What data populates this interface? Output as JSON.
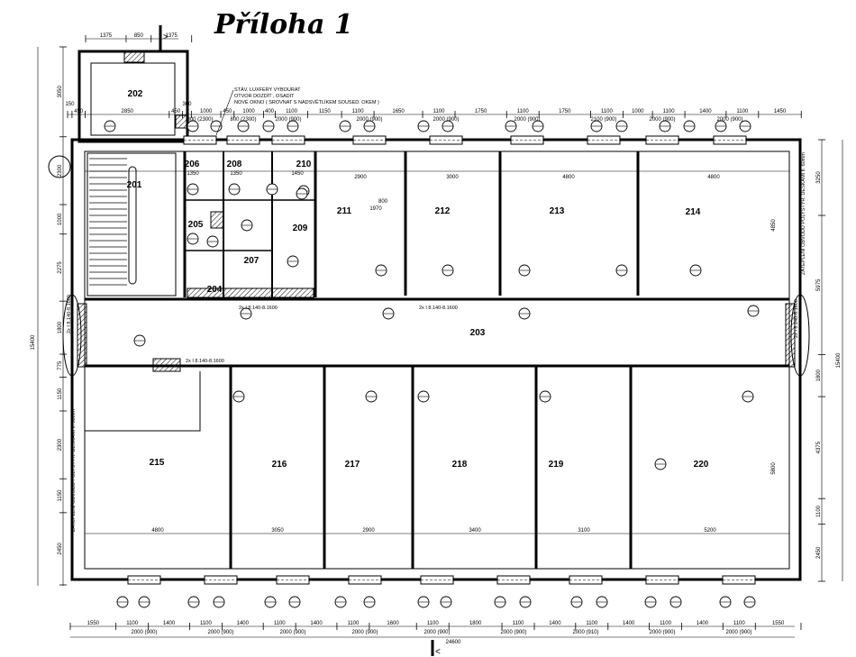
{
  "title": "Příloha 1",
  "rooms": {
    "r201": "201",
    "r202": "202",
    "r203": "203",
    "r204": "204",
    "r205": "205",
    "r206": "206",
    "r207": "207",
    "r208": "208",
    "r209": "209",
    "r210": "210",
    "r211": "211",
    "r212": "212",
    "r213": "213",
    "r214": "214",
    "r215": "215",
    "r216": "216",
    "r217": "217",
    "r218": "218",
    "r219": "219",
    "r220": "220"
  },
  "annex_dims": [
    "1375",
    "850",
    "1375"
  ],
  "top_dims": [
    "150",
    "450",
    "2850",
    "450",
    "300",
    "1000",
    "450",
    "1000",
    "400",
    "1100",
    "1150",
    "1100",
    "1650",
    "1100",
    "1750",
    "1100",
    "1750",
    "1100",
    "1000",
    "1100",
    "1400",
    "1100",
    "1450"
  ],
  "top_window_labels": [
    "800 (2300)",
    "800 (2300)",
    "2000 (900)",
    "2000 (900)",
    "2000 (900)",
    "2000 (900)",
    "2100 (900)",
    "2000 (900)",
    "2000 (900)"
  ],
  "bottom_dims": [
    "1550",
    "1100",
    "1400",
    "1100",
    "1400",
    "1100",
    "1400",
    "1100",
    "1600",
    "1100",
    "1800",
    "1100",
    "1400",
    "1100",
    "1400",
    "1100",
    "1400",
    "1100",
    "1550"
  ],
  "bottom_window_labels": [
    "2000 (900)",
    "2000 (900)",
    "2000 (900)",
    "2000 (900)",
    "2000 (900)",
    "2000 (900)",
    "2000 (910)",
    "2000 (900)",
    "2000 (900)"
  ],
  "bottom_total": "24600",
  "left_dims": [
    "3050",
    "2300",
    "1000",
    "2275",
    "1800",
    "775",
    "1150",
    "2300",
    "1150",
    "2450"
  ],
  "left_total": "15400",
  "right_dims": [
    "3250",
    "5975",
    "1800",
    "4375",
    "1100",
    "2450"
  ],
  "right_total": "15400",
  "room_widths_top": [
    "2900",
    "3000",
    "4800",
    "4800"
  ],
  "room_widths_bottom": [
    "4800",
    "3050",
    "2900",
    "3400",
    "3100",
    "5200"
  ],
  "room_depths": {
    "r214": "4850",
    "r220": "5800"
  },
  "small_room_values": {
    "r206": "1350",
    "r208": "1350",
    "r210": "1450"
  },
  "demolition_note": [
    "STÁV. LUXFERY VYBOURAT",
    "OTVOR DOZDÍT , OSADIT",
    "NOVÉ OKNO ( SROVNAT S NADSVĚTLÍKEM SOUSED. OKEM )"
  ],
  "insulation_note": "ZATEPLENÍ OBVODU POLYSTYR. DESKAMI tl. 60mm",
  "lintel_note": "2x I 8.140-8.1600",
  "door_labels": [
    "800",
    "1970"
  ]
}
